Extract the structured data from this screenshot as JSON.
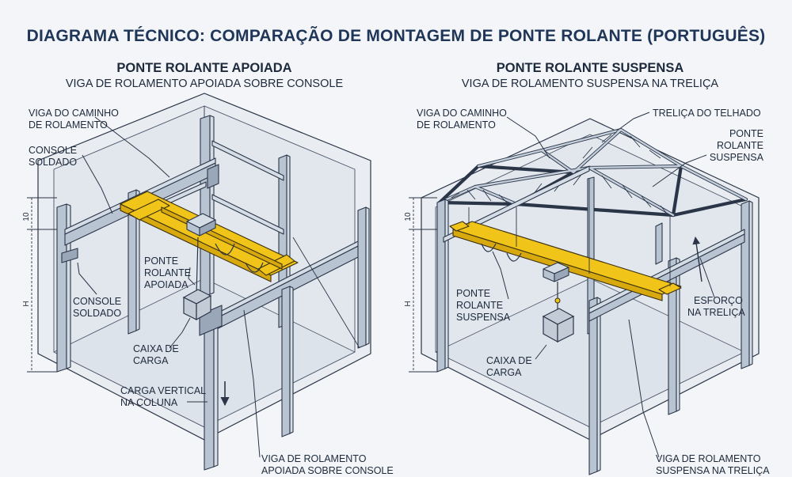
{
  "title": "DIAGRAMA TÉCNICO: COMPARAÇÃO DE MONTAGEM DE PONTE ROLANTE (PORTUGUÊS)",
  "left_panel": {
    "title": "PONTE ROLANTE APOIADA",
    "subtitle": "VIGA DE ROLAMENTO APOIADA SOBRE CONSOLE",
    "labels": {
      "runway_beam_line1": "VIGA DO CAMINHO",
      "runway_beam_line2": "DE ROLAMENTO",
      "welded_console_top_line1": "CONSOLE",
      "welded_console_top_line2": "SOLDADO",
      "crane_line1": "PONTE",
      "crane_line2": "ROLANTE",
      "crane_line3": "APOIADA",
      "welded_console_bottom_line1": "CONSOLE",
      "welded_console_bottom_line2": "SOLDADO",
      "load_box_line1": "CAIXA DE",
      "load_box_line2": "CARGA",
      "vertical_load_line1": "CARGA VERTICAL",
      "vertical_load_line2": "NA COLUNA",
      "runway_supported_line1": "VIGA DE ROLAMENTO",
      "runway_supported_line2": "APOIADA SOBRE CONSOLE"
    },
    "dim_small": "10",
    "dim_large": "H"
  },
  "right_panel": {
    "title": "PONTE ROLANTE SUSPENSA",
    "subtitle": "VIGA DE ROLAMENTO SUSPENSA NA TRELIÇA",
    "labels": {
      "runway_beam_line1": "VIGA DO CAMINHO",
      "runway_beam_line2": "DE ROLAMENTO",
      "roof_truss": "TRELIÇA DO TELHADO",
      "crane_top_line1": "PONTE",
      "crane_top_line2": "ROLANTE",
      "crane_top_line3": "SUSPENSA",
      "crane_mid_line1": "PONTE",
      "crane_mid_line2": "ROLANTE",
      "crane_mid_line3": "SUSPENSA",
      "truss_stress_line1": "ESFORÇO",
      "truss_stress_line2": "NA TRELIÇA",
      "load_box_line1": "CAIXA DE",
      "load_box_line2": "CARGA",
      "runway_suspended_line1": "VIGA DE ROLAMENTO",
      "runway_suspended_line2": "SUSPENSA NA TRELIÇA"
    },
    "dim_small": "10",
    "dim_large": "H"
  },
  "colors": {
    "background": "#f3f5f8",
    "steel": "#b9c4d3",
    "crane_yellow": "#f0c419",
    "title_blue": "#1f3658",
    "ink": "#1d2a3c"
  }
}
